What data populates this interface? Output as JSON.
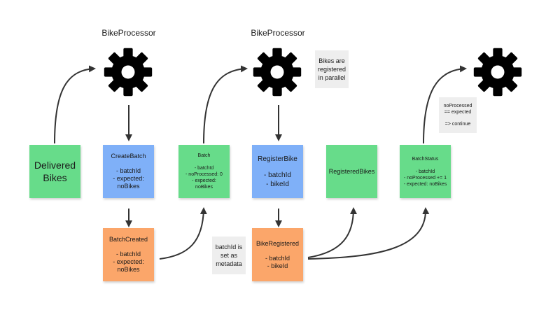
{
  "processors": [
    {
      "label": "BikeProcessor"
    },
    {
      "label": "BikeProcessor"
    }
  ],
  "notes": {
    "delivered": {
      "title": "Delivered Bikes"
    },
    "create_batch": {
      "title": "CreateBatch",
      "lines": [
        "- batchId",
        "- expected:",
        "noBikes"
      ]
    },
    "batch_created": {
      "title": "BatchCreated",
      "lines": [
        "- batchId",
        "- expected:",
        "noBikes"
      ]
    },
    "batch": {
      "title": "Batch",
      "lines": [
        "- batchId",
        "- noProcessed: 0",
        "- expected:",
        "noBikes"
      ]
    },
    "register_bike": {
      "title": "RegisterBike",
      "lines": [
        "- batchId",
        "- bikeId"
      ]
    },
    "bike_registered": {
      "title": "BikeRegistered",
      "lines": [
        "- batchId",
        "- bikeId"
      ]
    },
    "registered_bikes": {
      "title": "RegisteredBikes"
    },
    "batch_status": {
      "title": "BatchStatus",
      "lines": [
        "- batchId",
        "- noProcessed += 1",
        "- expected: noBikes"
      ]
    }
  },
  "comments": {
    "parallel": [
      "Bikes are",
      "registered",
      "in parallel"
    ],
    "metadata": [
      "batchId is",
      "set as",
      "metadata"
    ],
    "continue": [
      "noProcessed",
      "== expected",
      "",
      "=> continue"
    ]
  },
  "colors": {
    "event_green": "#67dc8a",
    "command_blue": "#7fb0f8",
    "event_orange": "#fba66a",
    "comment_grey": "#eeeeee",
    "gear": "#000000",
    "arrow": "#333333"
  },
  "icons": {
    "processor": "gear-icon"
  }
}
